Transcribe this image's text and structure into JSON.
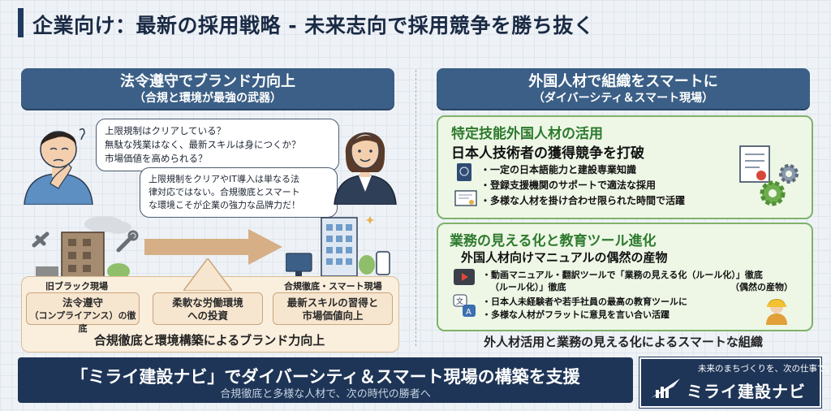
{
  "title": "企業向け：最新の採用戦略 - 未来志向で採用競争を勝ち抜く",
  "left": {
    "header_line1": "法令遵守でブランド力向上",
    "header_line2": "（合規と環境が最強の武器）",
    "bubble_worried": [
      "上限規制はクリアしている？",
      "無駄な残業はなく、最新スキルは身につくか？",
      "市場価値を高められる？"
    ],
    "bubble_answer": [
      "上限規制をクリアやIT導入は単なる法",
      "律対応ではない。合規徹底とスマート",
      "な環境こそが企業の強力な品牌力だ！"
    ],
    "old_site_label": "旧ブラック現場",
    "new_site_label": "合規徹底・スマート現場",
    "boxes": [
      [
        "法令遵守",
        "（コンプライアンス）の徹底"
      ],
      [
        "柔軟な労働環境",
        "への投資"
      ],
      [
        "最新スキルの習得と",
        "市場価値向上"
      ]
    ],
    "caption": "合規徹底と環境構築によるブランド力向上"
  },
  "right": {
    "header_line1": "外国人材で組織をスマートに",
    "header_line2": "（ダイバーシティ＆スマート現場）",
    "panel1": {
      "title": "特定技能外国人材の活用",
      "subtitle": "日本人技術者の獲得競争を打破",
      "bullets": [
        "・一定の日本語能力と建設専業知識",
        "・登録支援機関のサポートで適法な採用",
        "・多様な人材を掛け合わせ限られた時間で活躍"
      ]
    },
    "panel2": {
      "title": "業務の見える化と教育ツール進化",
      "subtitle": "外国人材向けマニュアルの偶然の産物",
      "bullet1_line1": "・動画マニュアル・翻訳ツールで「業務の見える化（ルール化）」徹底",
      "bullet1_line2": "（ルール化）」徹底",
      "bullet1_note": "（偶然の産物）",
      "bullets": [
        "・日本人未経験者や若手社員の最高の教育ツールに",
        "・多様な人材がフラットに意見を言い合い活躍"
      ]
    },
    "caption": "外人材活用と業務の見える化によるスマートな組織"
  },
  "banner": {
    "main": "「ミライ建設ナビ」でダイバーシティ＆スマート現場の構築を支援",
    "sub": "合規徹底と多様な人材で、次の時代の勝者へ"
  },
  "logo": {
    "tagline": "未来のまちづくりを、次の仕事で。",
    "name": "ミライ建設ナビ"
  },
  "colors": {
    "navy": "#1e3557",
    "header_blue": "#3b5f86",
    "green_title": "#2d7a2d",
    "beige": "#f7e6cf"
  }
}
